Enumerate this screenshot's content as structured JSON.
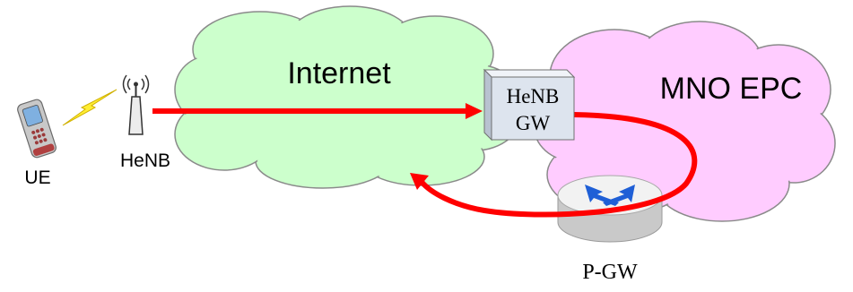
{
  "labels": {
    "internet": "Internet",
    "mno_epc": "MNO EPC",
    "ue": "UE",
    "henb": "HeNB",
    "henb_gw_line1": "HeNB",
    "henb_gw_line2": "GW",
    "pgw": "P-GW"
  },
  "colors": {
    "internet_cloud": "#ccffcc",
    "epc_cloud": "#ffccff",
    "cloud_outline": "#8a8a8a",
    "flow_line": "#ff0000",
    "gateway_box": "#dde4ee",
    "router_arrows": "#1f5fd6",
    "wireless_bolt": "#ffee33"
  },
  "icons": {
    "ue": "mobile-phone-icon",
    "henb": "antenna-tower-icon",
    "pgw": "router-icon",
    "link": "wireless-bolt-icon"
  }
}
